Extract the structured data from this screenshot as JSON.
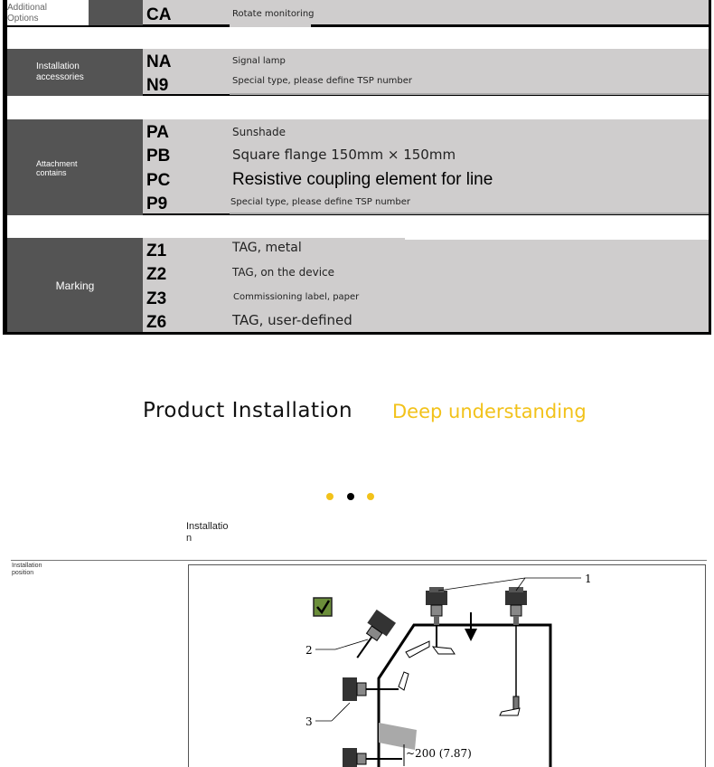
{
  "options_table": {
    "additional_options": {
      "label": "Additional Options",
      "rows": [
        {
          "code": "CA",
          "desc": "Rotate monitoring"
        }
      ]
    },
    "installation_accessories": {
      "label": "Installation accessories",
      "rows": [
        {
          "code": "NA",
          "desc": "Signal lamp"
        },
        {
          "code": "N9",
          "desc": "Special type, please define TSP number"
        }
      ]
    },
    "attachment_contains": {
      "label": "Attachment contains",
      "rows": [
        {
          "code": "PA",
          "desc": "Sunshade"
        },
        {
          "code": "PB",
          "desc": "Square flange 150mm × 150mm"
        },
        {
          "code": "PC",
          "desc": "Resistive coupling element for line"
        },
        {
          "code": "P9",
          "desc": "Special type, please define TSP number"
        }
      ]
    },
    "marking": {
      "label": "Marking",
      "rows": [
        {
          "code": "Z1",
          "desc": "TAG, metal"
        },
        {
          "code": "Z2",
          "desc": "TAG, on the device"
        },
        {
          "code": "Z3",
          "desc": "Commissioning label, paper"
        },
        {
          "code": "Z6",
          "desc": "TAG, user-defined"
        }
      ]
    }
  },
  "section_heading": {
    "title": "Product Installation",
    "subtitle": "Deep understanding"
  },
  "colors": {
    "accent": "#f2c21a",
    "dark_panel": "#545454",
    "light_cell": "#cfcdcd"
  },
  "installation": {
    "heading": "Installation",
    "position_label": "Installation position",
    "check_icon": "checkmark-box-icon",
    "callouts": [
      "1",
      "2",
      "3"
    ],
    "dimension": "~200 (7.87)"
  }
}
